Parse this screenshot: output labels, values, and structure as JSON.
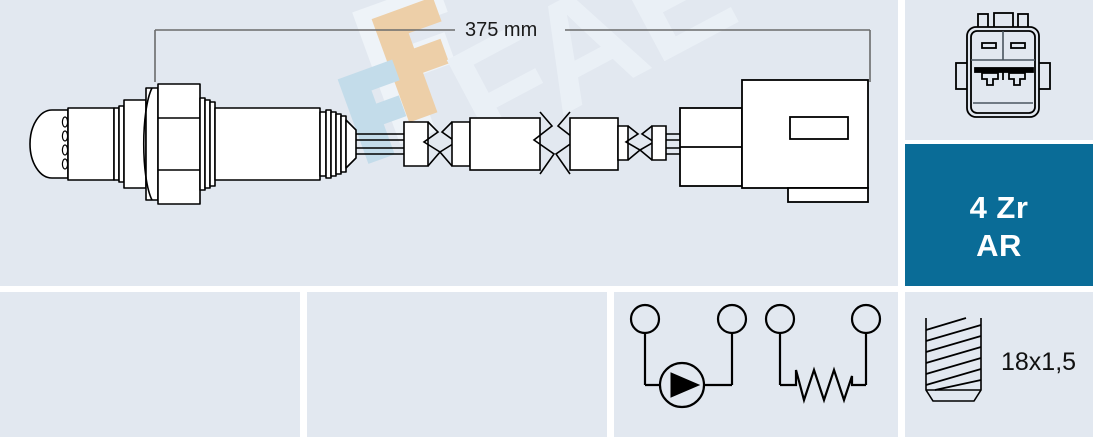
{
  "product": {
    "type": "oxygen-sensor-lambda-probe",
    "dimension_label": "375 mm",
    "thread_label": "18x1,5"
  },
  "badge": {
    "line1": "4 Zr",
    "line2": "AR",
    "background_color": "#0a6c97",
    "text_color": "#ffffff"
  },
  "panels": {
    "main_drawing": "sensor-assembly-drawing",
    "connector_view": "connector-face-view",
    "spec_badge": "wire-count-sensor-type-badge",
    "empty_1": "",
    "empty_2": "",
    "wiring_diagram": "sensor-and-heater-circuit",
    "thread_spec": "thread-size-diagram"
  },
  "colors": {
    "panel_background": "#e2e8f0",
    "page_background": "#ffffff",
    "line_color": "#000000",
    "dimension_line_color": "#6b6b6b",
    "watermark_tan": "#edcfa8",
    "watermark_blue": "#c3dcea",
    "watermark_white": "#eef3f8"
  },
  "watermark": {
    "brand": "FAE"
  },
  "wiring": {
    "left_symbol": "sensor-element-with-arrow",
    "right_symbol": "heater-resistor-zigzag",
    "terminal_count": 4
  }
}
